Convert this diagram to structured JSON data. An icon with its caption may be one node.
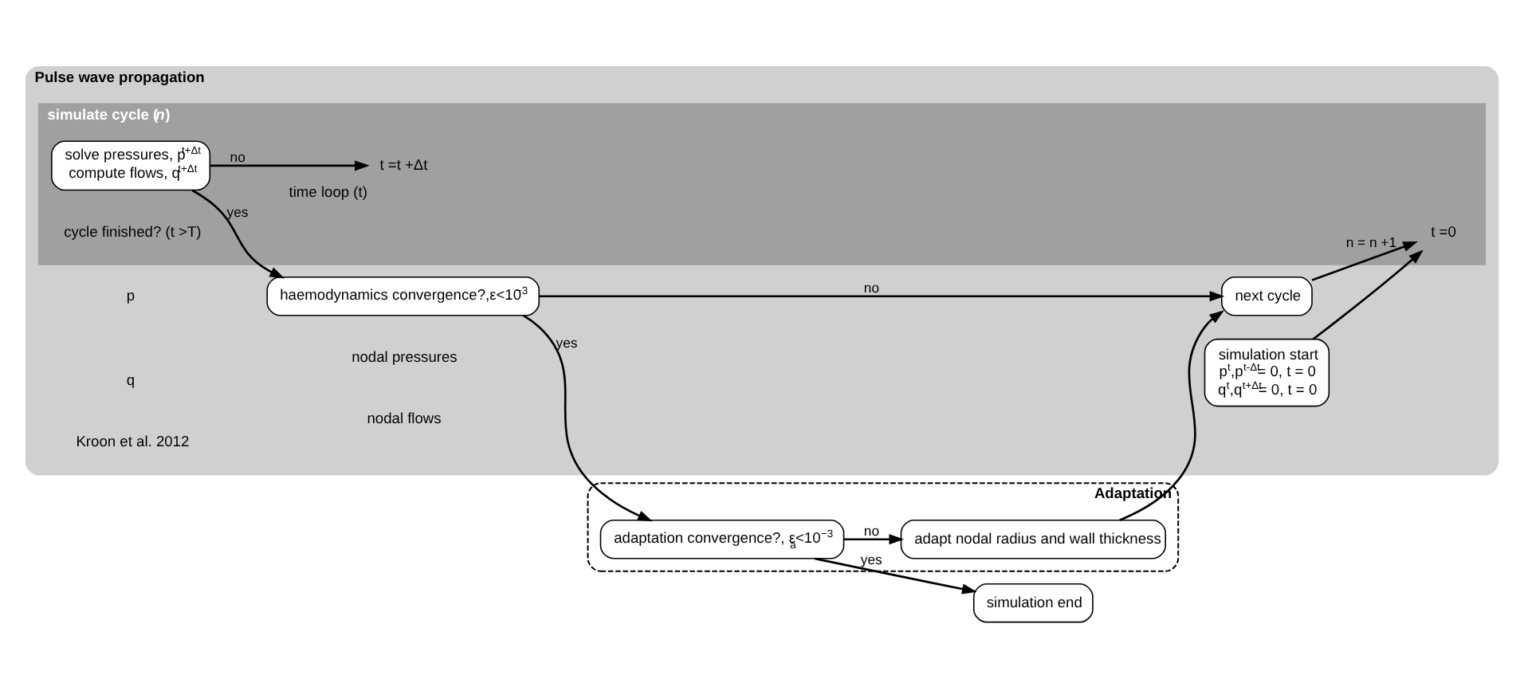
{
  "diagram": {
    "nodes": [
      {
        "text": [
          "Pulse wave propagation"
        ]
      },
      {
        "text": [
          "simulate cycle (*n*)"
        ],
        "in": 0
      },
      {
        "text": [
          "simulation start",
          "p$^{t}$,p$^{t-Δt}$= 0, t = 0",
          "q$^{t}$,q$^{t+Δt}$= 0, t = 0"
        ],
        "in": 0
      },
      {
        "text": [
          "t =0"
        ],
        "in": 1
      },
      {
        "text": [
          "t =t +Δt"
        ],
        "beside": [
          "time loop (t)"
        ],
        "in": 1
      },
      {
        "text": [
          "solve pressures, p$^{t+Δt}$",
          "compute flows, q$^{t+Δt}$"
        ],
        "in": 1
      },
      {
        "text": [
          "next cycle"
        ],
        "in": 0
      },
      {
        "text": [
          "haemodynamics convergence?,ε<10$^{−3}$"
        ],
        "in": 0
      },
      {
        "text": [
          "Adaptation"
        ]
      },
      {
        "text": [
          "adapt nodal radius and wall thickness"
        ],
        "in": 8
      },
      {
        "text": [
          "adaptation convergence?, ε$_{a}$<10$^{−3}$"
        ],
        "in": 8
      },
      {
        "text": [
          "simulation end"
        ]
      }
    ],
    "edges": [
      {
        "from": 2,
        "to": 3,
        "arrow": "to"
      },
      {
        "from": 6,
        "to": 3,
        "arrow": "to",
        "label": "n = n +1"
      },
      {
        "from": 5,
        "to": 4,
        "arrow": "to",
        "label": "no"
      },
      {
        "from": 5,
        "to": 7,
        "arrow": "to",
        "label": "yes"
      },
      {
        "from": 7,
        "to": 6,
        "arrow": "to",
        "label": "no"
      },
      {
        "from": 7,
        "to": 10,
        "arrow": "to",
        "label": "yes"
      },
      {
        "from": 10,
        "to": 9,
        "arrow": "to",
        "label": "no"
      },
      {
        "from": 10,
        "to": 11,
        "arrow": "to",
        "label": "yes"
      },
      {
        "from": 9,
        "to": 6,
        "arrow": "to"
      }
    ],
    "labels": [
      "p",
      "nodal pressures",
      "q",
      "nodal flows",
      "cycle finished? (t >T)",
      "Kroon et al. 2012"
    ]
  }
}
